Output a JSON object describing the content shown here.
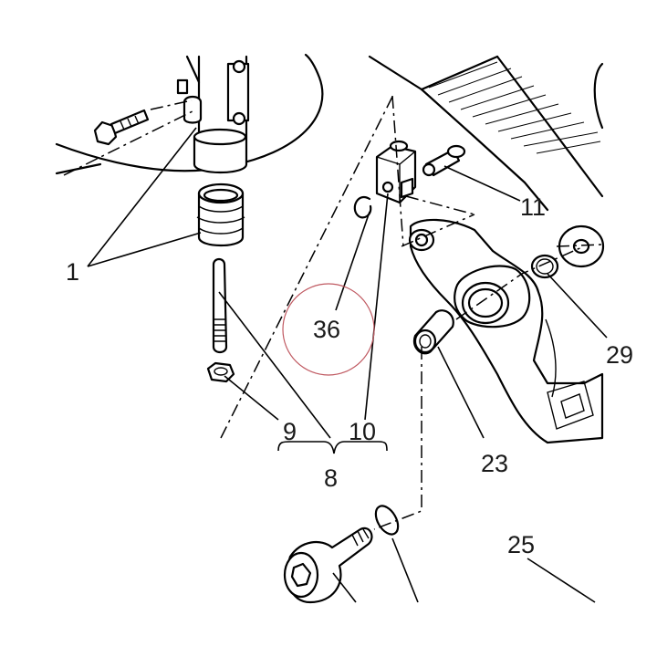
{
  "callouts": {
    "c1": "1",
    "c8": "8",
    "c9": "9",
    "c10": "10",
    "c11": "11",
    "c23": "23",
    "c25": "25",
    "c29": "29",
    "c36": "36"
  },
  "colors": {
    "ink": "#000000",
    "label": "#1a1a1a",
    "highlight_circle": "#c05a62",
    "background": "#ffffff"
  }
}
